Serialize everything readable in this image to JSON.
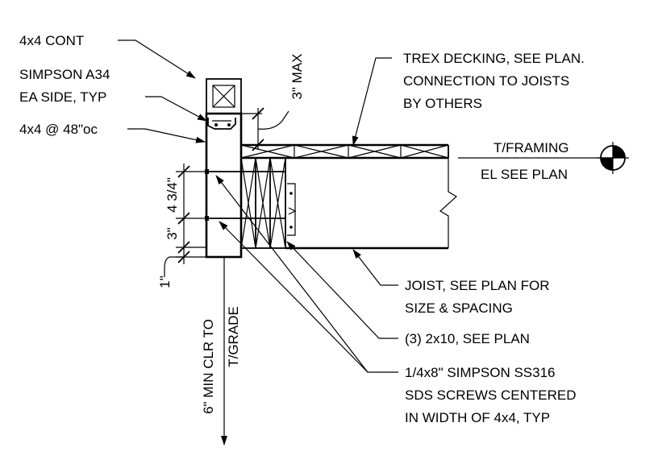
{
  "labels": {
    "post_cont": "4x4 CONT",
    "hanger_line1": "SIMPSON A34",
    "hanger_line2": "EA SIDE, TYP",
    "post_spacing": "4x4 @ 48\"oc",
    "decking_line1": "TREX DECKING, SEE PLAN.",
    "decking_line2": "CONNECTION TO JOISTS",
    "decking_line3": "BY OTHERS",
    "gap_max": "3\" MAX",
    "framing_line1": "T/FRAMING",
    "framing_line2": "EL SEE PLAN",
    "joist_line1": "JOIST, SEE PLAN FOR",
    "joist_line2": "SIZE & SPACING",
    "beam": "(3) 2x10, SEE PLAN",
    "screws_line1": "1/4x8\" SIMPSON SS316",
    "screws_line2": "SDS SCREWS CENTERED",
    "screws_line3": "IN WIDTH OF 4x4, TYP",
    "clearance_line1": "6\" MIN CLR TO",
    "clearance_line2": "T/GRADE"
  },
  "dimensions": {
    "upper_spacing": "4 3/4\"",
    "lower_spacing": "3\"",
    "edge_distance": "1\""
  }
}
